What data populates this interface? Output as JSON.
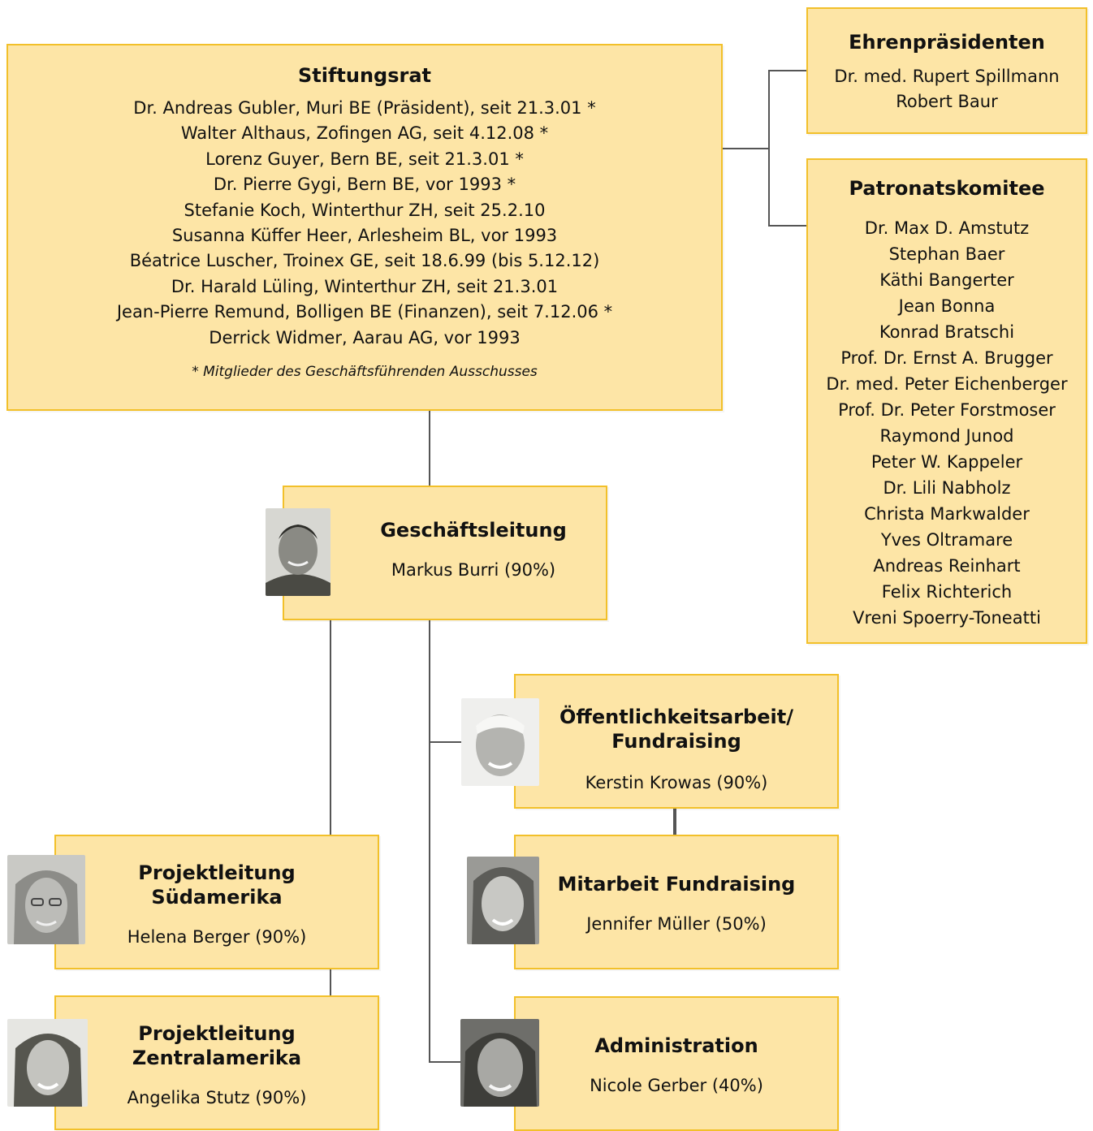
{
  "stiftungsrat": {
    "title": "Stiftungsrat",
    "members": [
      "Dr. Andreas Gubler, Muri BE (Präsident), seit 21.3.01 *",
      "Walter Althaus, Zofingen AG, seit 4.12.08 *",
      "Lorenz Guyer, Bern BE, seit 21.3.01 *",
      "Dr. Pierre Gygi, Bern BE, vor 1993 *",
      "Stefanie Koch, Winterthur ZH, seit 25.2.10",
      "Susanna Küffer Heer, Arlesheim BL, vor 1993",
      "Béatrice Luscher, Troinex GE, seit 18.6.99 (bis 5.12.12)",
      "Dr. Harald Lüling, Winterthur ZH, seit 21.3.01",
      "Jean-Pierre Remund, Bolligen BE (Finanzen), seit 7.12.06 *",
      "Derrick Widmer, Aarau AG, vor 1993"
    ],
    "note": "* Mitglieder des Geschäftsführenden Ausschusses"
  },
  "ehrenpraesidenten": {
    "title": "Ehrenpräsidenten",
    "members": [
      "Dr. med. Rupert Spillmann",
      "Robert Baur"
    ]
  },
  "patronatskomitee": {
    "title": "Patronatskomitee",
    "members": [
      "Dr. Max D. Amstutz",
      "Stephan Baer",
      "Käthi Bangerter",
      "Jean Bonna",
      "Konrad Bratschi",
      "Prof. Dr. Ernst A. Brugger",
      "Dr. med. Peter Eichenberger",
      "Prof. Dr. Peter Forstmoser",
      "Raymond Junod",
      "Peter W. Kappeler",
      "Dr. Lili Nabholz",
      "Christa Markwalder",
      "Yves Oltramare",
      "Andreas Reinhart",
      "Felix Richterich",
      "Vreni Spoerry-Toneatti"
    ]
  },
  "geschaeftsleitung": {
    "title": "Geschäftsleitung",
    "person": "Markus Burri (90%)"
  },
  "oeffentlichkeit": {
    "title_line1": "Öffentlichkeitsarbeit/",
    "title_line2": "Fundraising",
    "person": "Kerstin Krowas (90%)"
  },
  "mitarbeit": {
    "title": "Mitarbeit Fundraising",
    "person": "Jennifer Müller (50%)"
  },
  "administration": {
    "title": "Administration",
    "person": "Nicole Gerber (40%)"
  },
  "suedamerika": {
    "title_line1": "Projektleitung",
    "title_line2": "Südamerika",
    "person": "Helena Berger (90%)"
  },
  "zentralamerika": {
    "title_line1": "Projektleitung",
    "title_line2": "Zentralamerika",
    "person": "Angelika Stutz (90%)"
  }
}
